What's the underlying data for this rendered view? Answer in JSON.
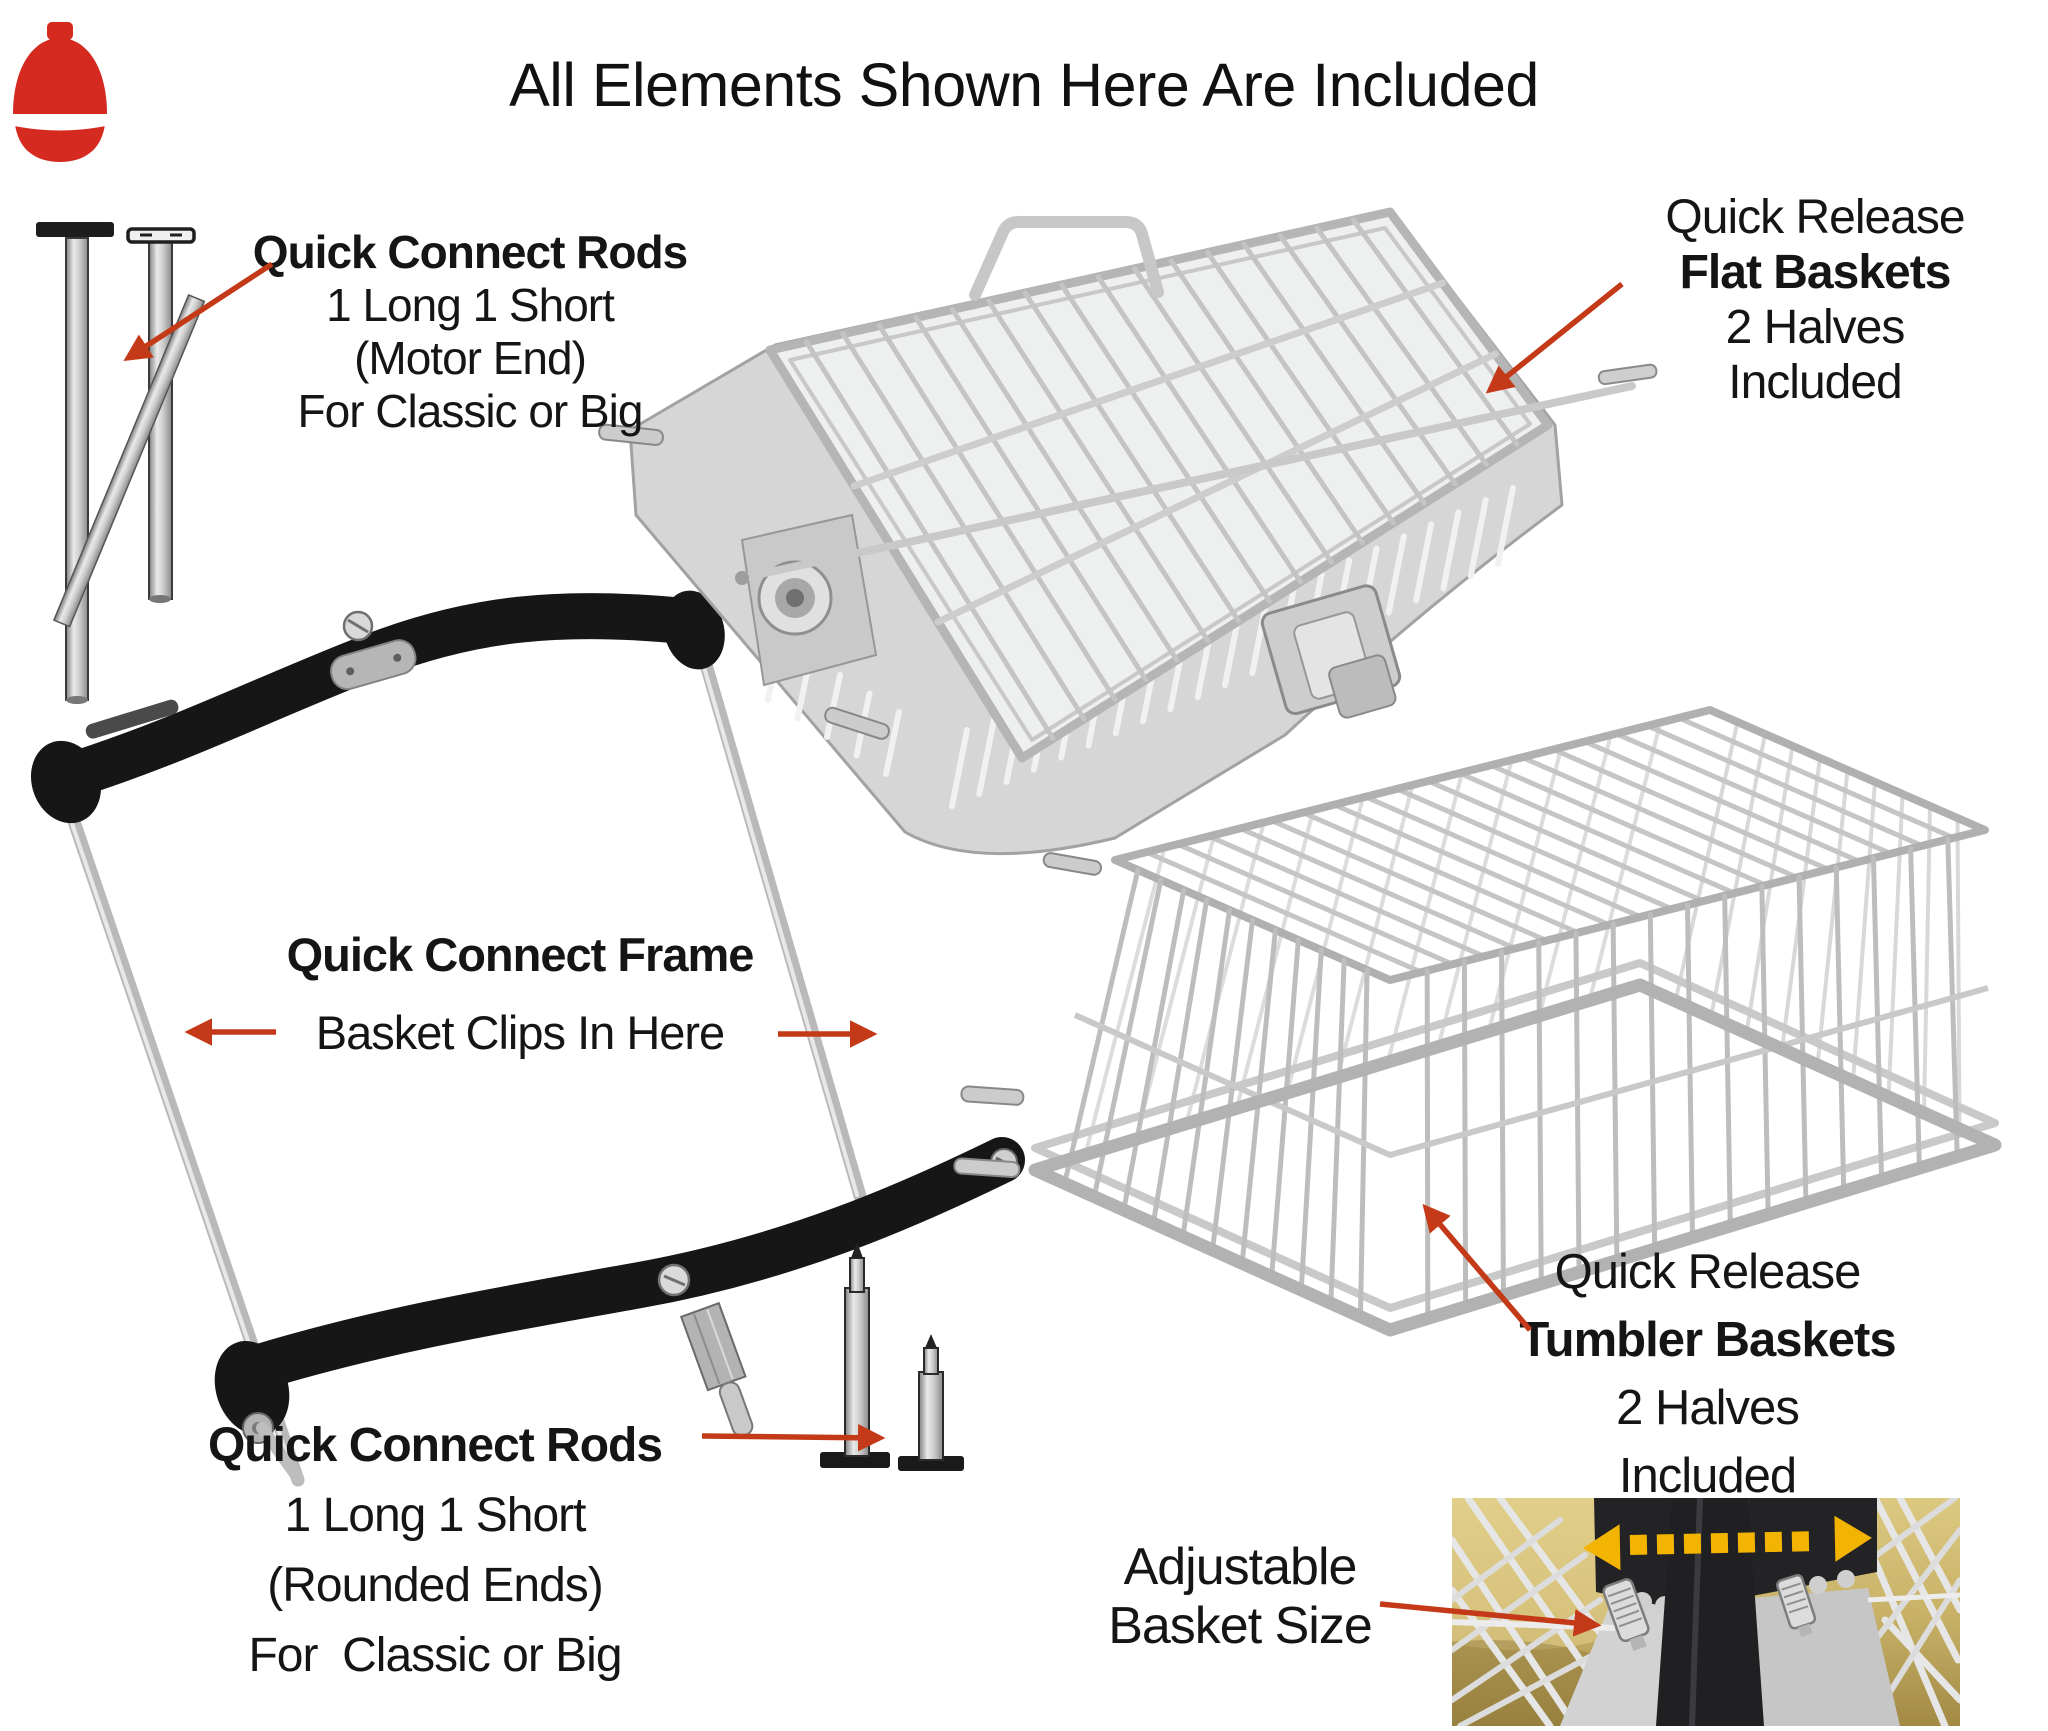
{
  "title": "All Elements Shown Here Are Included",
  "brand": {
    "logo_icon": "kamado-grill-icon",
    "logo_color": "#d42a1f"
  },
  "labels": {
    "rods_top": {
      "title": "Quick Connect Rods",
      "line2": "1 Long 1 Short",
      "line3": "(Motor End)",
      "line4": "For Classic or Big"
    },
    "flat_basket": {
      "line1": "Quick Release",
      "title": "Flat Baskets",
      "line3": "2 Halves",
      "line4": "Included"
    },
    "frame": {
      "title": "Quick Connect Frame",
      "line2": "Basket Clips In Here"
    },
    "rods_bottom": {
      "title": "Quick Connect Rods",
      "line2": "1 Long 1 Short",
      "line3": "(Rounded Ends)",
      "line4": "For  Classic or Big"
    },
    "tumbler_basket": {
      "line1": "Quick Release",
      "title": "Tumbler Baskets",
      "line3": "2 Halves",
      "line4": "Included"
    },
    "adjustable": {
      "line1": "Adjustable",
      "line2": "Basket Size"
    }
  },
  "icons": {
    "logo": "kamado-grill-icon",
    "annotation_arrow": "red-annotation-arrow-icon",
    "width_adjust_arrow": "yellow-dashed-double-arrow-icon"
  },
  "colors": {
    "annotation_arrow": "#c43a18",
    "logo_red": "#d42a1f",
    "adjust_arrow_yellow": "#f2b400",
    "text": "#151515",
    "steel": "#c8c8c8",
    "frame_black": "#161616",
    "inset_background": "#c9b268"
  }
}
